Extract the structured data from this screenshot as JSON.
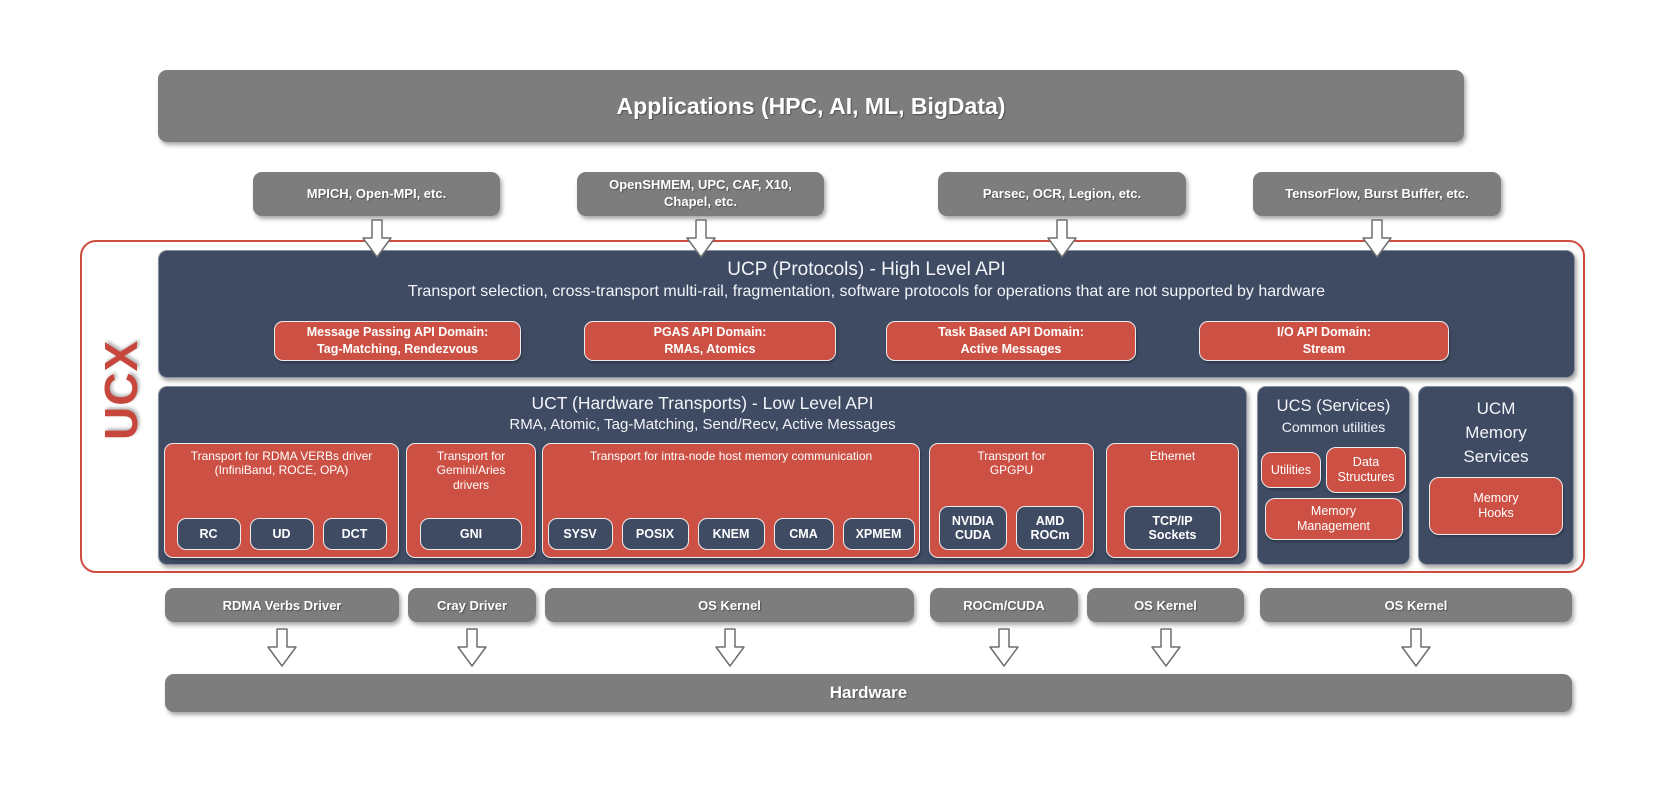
{
  "colors": {
    "box_gray": "#7d7d7d",
    "box_navy": "#3e4b63",
    "box_red": "#cc5144",
    "ucx_outline_red": "#cf4b40",
    "text_white": "#ffffff"
  },
  "app_bar": {
    "label": "Applications (HPC, AI, ML, BigData)"
  },
  "middleware": {
    "items": [
      {
        "label": "MPICH, Open-MPI, etc."
      },
      {
        "label": "OpenSHMEM, UPC, CAF, X10,\nChapel, etc."
      },
      {
        "label": "Parsec, OCR, Legion, etc."
      },
      {
        "label": "TensorFlow, Burst Buffer, etc."
      }
    ]
  },
  "ucx": {
    "label": "UCX"
  },
  "ucp": {
    "title": "UCP (Protocols) - High Level API",
    "subtitle": "Transport selection, cross-transport multi-rail, fragmentation, software protocols for operations that are not supported by hardware",
    "domains": [
      {
        "line1": "Message Passing API Domain:",
        "line2": "Tag-Matching, Rendezvous"
      },
      {
        "line1": "PGAS API Domain:",
        "line2": "RMAs, Atomics"
      },
      {
        "line1": "Task Based API Domain:",
        "line2": "Active Messages"
      },
      {
        "line1": "I/O API Domain:",
        "line2": "Stream"
      }
    ]
  },
  "uct": {
    "title": "UCT (Hardware Transports) - Low Level API",
    "subtitle": "RMA, Atomic, Tag-Matching, Send/Recv, Active Messages",
    "transports": [
      {
        "label": "Transport for RDMA VERBs driver\n(InfiniBand, ROCE, OPA)",
        "chips": [
          "RC",
          "UD",
          "DCT"
        ]
      },
      {
        "label": "Transport for\nGemini/Aries\ndrivers",
        "chips": [
          "GNI"
        ]
      },
      {
        "label": "Transport for intra-node host memory communication",
        "chips": [
          "SYSV",
          "POSIX",
          "KNEM",
          "CMA",
          "XPMEM"
        ]
      },
      {
        "label": "Transport for\nGPGPU",
        "chips": [
          "NVIDIA\nCUDA",
          "AMD\nROCm"
        ]
      },
      {
        "label": "Ethernet",
        "chips": [
          "TCP/IP\nSockets"
        ]
      }
    ]
  },
  "ucs": {
    "title": "UCS (Services)",
    "subtitle": "Common utilities",
    "chips": [
      "Utilities",
      "Data\nStructures",
      "Memory\nManagement"
    ]
  },
  "ucm": {
    "title": "UCM\nMemory\nServices",
    "chip": "Memory\nHooks"
  },
  "drivers": [
    "RDMA Verbs Driver",
    "Cray Driver",
    "OS Kernel",
    "ROCm/CUDA",
    "OS Kernel",
    "OS Kernel"
  ],
  "hardware": {
    "label": "Hardware"
  }
}
